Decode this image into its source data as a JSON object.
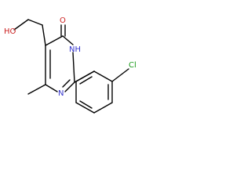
{
  "molecule": {
    "atoms": {
      "oh": "HO",
      "ketone_o": "O",
      "nh": "NH",
      "n": "N",
      "cl": "Cl"
    },
    "colors": {
      "bond": "#000000",
      "nitrogen": "#3333cc",
      "chlorine": "#1a9a1a",
      "oxygen": "#cc2222",
      "background": "#ffffff"
    }
  }
}
